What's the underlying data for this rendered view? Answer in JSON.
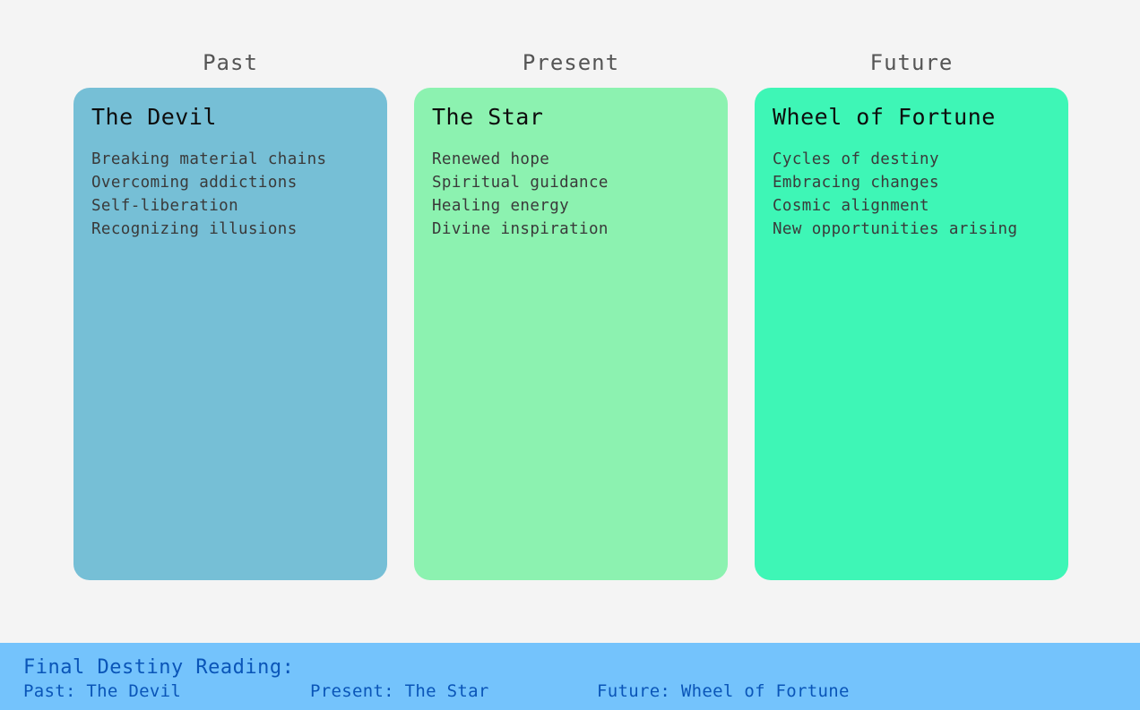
{
  "colors": {
    "background": "#f4f4f4",
    "past_card": "#76bfd6",
    "present_card": "#8cf2b0",
    "future_card": "#3ef6b6",
    "footer_bg": "#74c3fc",
    "footer_text": "#0a55b8"
  },
  "spread": [
    {
      "position": "Past",
      "card": "The Devil",
      "meanings": [
        "Breaking material chains",
        "Overcoming addictions",
        "Self-liberation",
        "Recognizing illusions"
      ]
    },
    {
      "position": "Present",
      "card": "The Star",
      "meanings": [
        "Renewed hope",
        "Spiritual guidance",
        "Healing energy",
        "Divine inspiration"
      ]
    },
    {
      "position": "Future",
      "card": "Wheel of Fortune",
      "meanings": [
        "Cycles of destiny",
        "Embracing changes",
        "Cosmic alignment",
        "New opportunities arising"
      ]
    }
  ],
  "footer": {
    "title": "Final Destiny Reading:",
    "past": "Past: The Devil",
    "present": "Present: The Star",
    "future": "Future: Wheel of Fortune"
  }
}
